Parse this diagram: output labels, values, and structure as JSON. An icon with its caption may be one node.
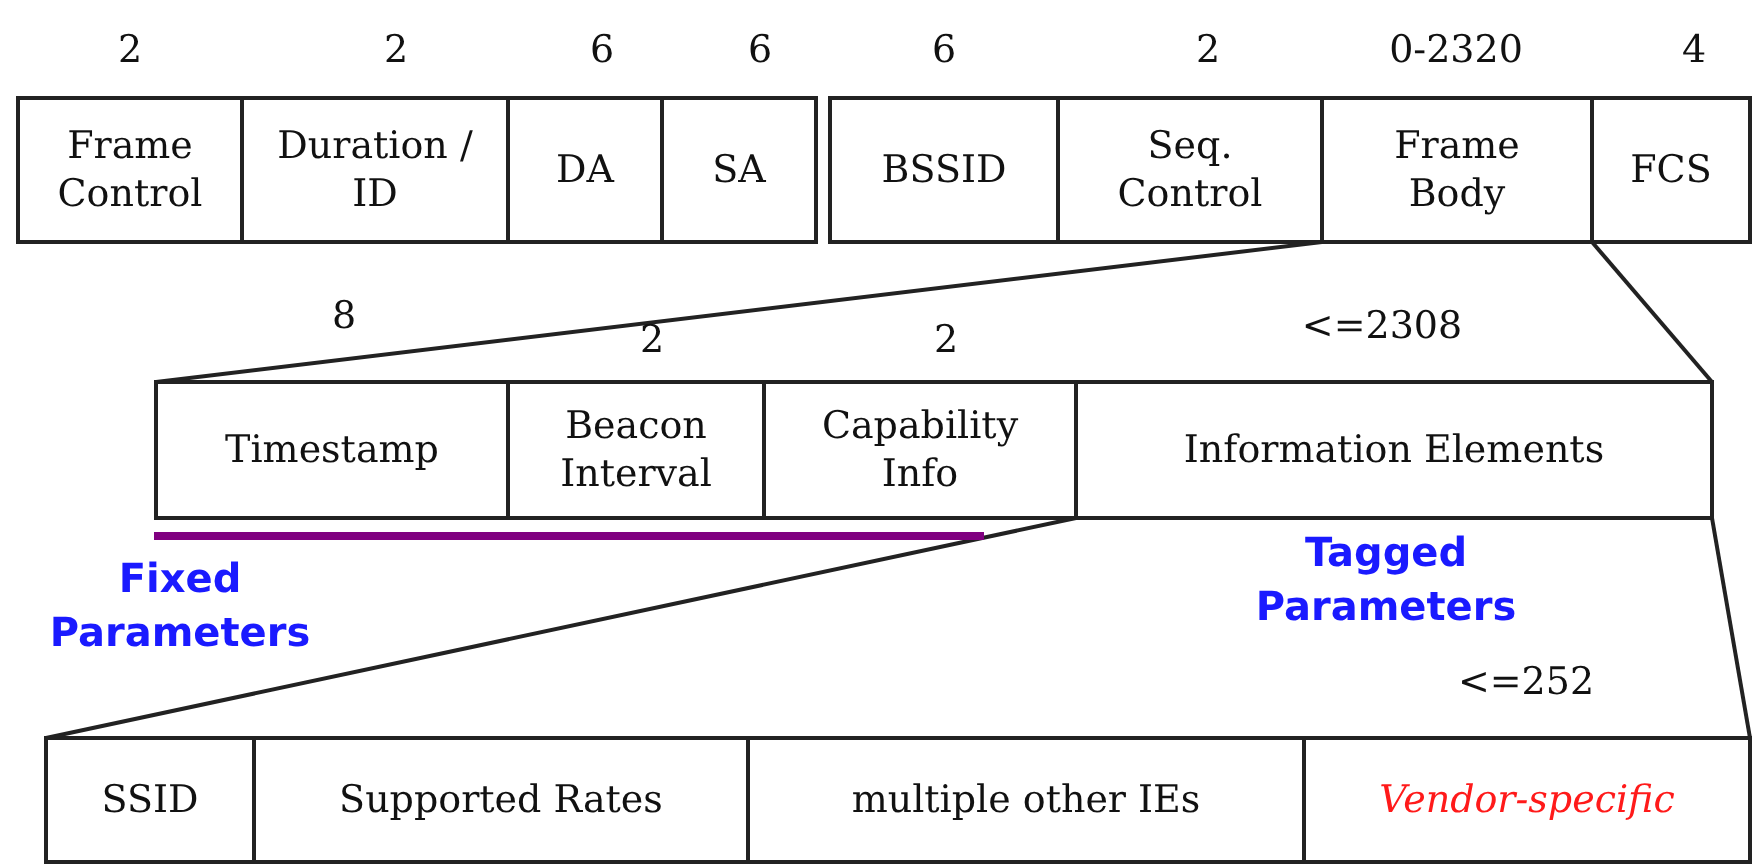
{
  "diagram": {
    "nodes": [
      {
        "text": [
          "Frame Control"
        ],
        "beside": [
          "2"
        ]
      },
      {
        "text": [
          "Duration / ID"
        ],
        "beside": [
          "2"
        ]
      },
      {
        "text": [
          "DA"
        ],
        "beside": [
          "6"
        ]
      },
      {
        "text": [
          "SA"
        ],
        "beside": [
          "6"
        ]
      },
      {
        "text": [
          "BSSID"
        ],
        "beside": [
          "6"
        ]
      },
      {
        "text": [
          "Seq. Control"
        ],
        "beside": [
          "2"
        ]
      },
      {
        "text": [
          "Frame Body"
        ],
        "beside": [
          "0-2320"
        ]
      },
      {
        "text": [
          "FCS"
        ],
        "beside": [
          "4"
        ]
      },
      {
        "text": [
          "Timestamp"
        ],
        "beside": [
          "8"
        ]
      },
      {
        "text": [
          "Beacon Interval"
        ],
        "beside": [
          "2"
        ]
      },
      {
        "text": [
          "Capability Info"
        ],
        "beside": [
          "2"
        ]
      },
      {
        "text": [
          "Information Elements"
        ],
        "beside": [
          "<=2308"
        ]
      },
      {
        "text": [
          "SSID"
        ]
      },
      {
        "text": [
          "Supported Rates"
        ]
      },
      {
        "text": [
          "multiple other IEs"
        ]
      },
      {
        "text": [
          "Vendor-specific"
        ],
        "beside": [
          "<=252"
        ]
      }
    ],
    "edges": [
      {
        "from": 6,
        "to": 8,
        "arrow": "none"
      },
      {
        "from": 6,
        "to": 11,
        "arrow": "none"
      },
      {
        "from": 11,
        "to": 12,
        "arrow": "none"
      },
      {
        "from": 11,
        "to": 15,
        "arrow": "none"
      }
    ],
    "labels": [
      "Fixed Parameters",
      "Tagged Parameters"
    ]
  }
}
